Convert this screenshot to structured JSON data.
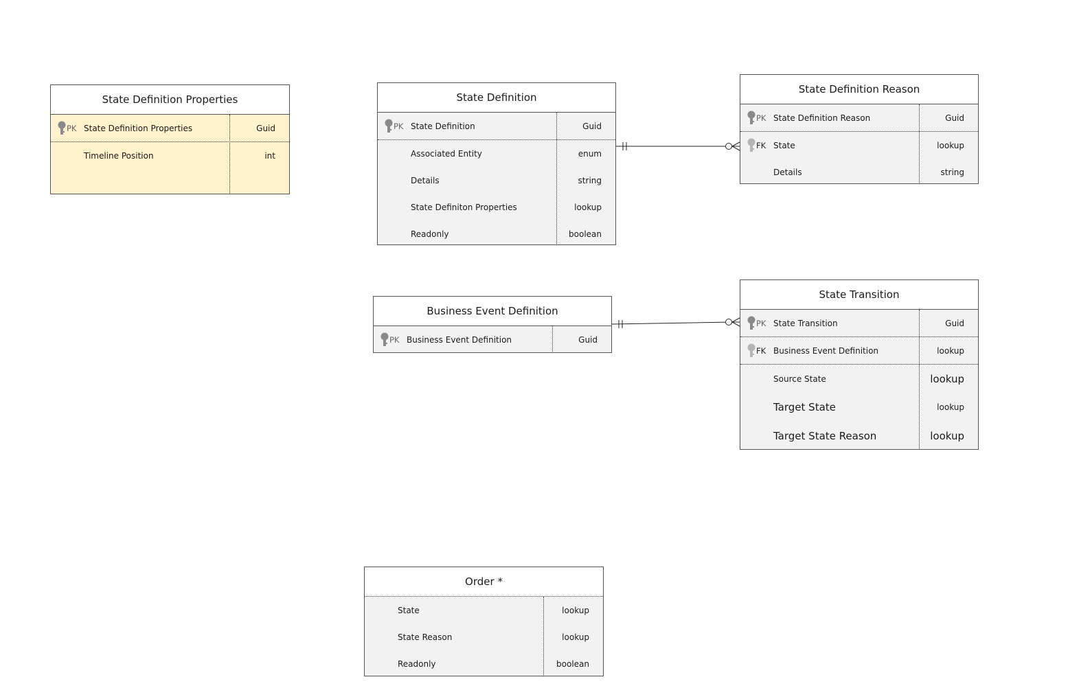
{
  "entities": {
    "sdp": {
      "title": "State Definition Properties",
      "rows": [
        {
          "key": "PK",
          "name": "State Definition Properties",
          "type": "Guid"
        },
        {
          "key": "",
          "name": "Timeline Position",
          "type": "int"
        }
      ]
    },
    "sd": {
      "title": "State Definition",
      "rows": [
        {
          "key": "PK",
          "name": "State Definition",
          "type": "Guid"
        },
        {
          "key": "",
          "name": "Associated Entity",
          "type": "enum"
        },
        {
          "key": "",
          "name": "Details",
          "type": "string"
        },
        {
          "key": "",
          "name": "State Definiton Properties",
          "type": "lookup"
        },
        {
          "key": "",
          "name": "Readonly",
          "type": "boolean"
        }
      ]
    },
    "sdr": {
      "title": "State Definition Reason",
      "rows": [
        {
          "key": "PK",
          "name": "State Definition Reason",
          "type": "Guid"
        },
        {
          "key": "FK",
          "name": "State",
          "type": "lookup"
        },
        {
          "key": "",
          "name": "Details",
          "type": "string"
        }
      ]
    },
    "bed": {
      "title": "Business Event Definition",
      "rows": [
        {
          "key": "PK",
          "name": "Business Event Definition",
          "type": "Guid"
        }
      ]
    },
    "st": {
      "title": "State Transition",
      "rows": [
        {
          "key": "PK",
          "name": "State Transition",
          "type": "Guid"
        },
        {
          "key": "FK",
          "name": "Business Event Definition",
          "type": "lookup"
        },
        {
          "key": "",
          "name": "Source State",
          "type": "lookup"
        },
        {
          "key": "",
          "name": "Target State",
          "type": "lookup"
        },
        {
          "key": "",
          "name": "Target State Reason",
          "type": "lookup"
        }
      ]
    },
    "order": {
      "title": "Order *",
      "rows": [
        {
          "key": "",
          "name": "State",
          "type": "lookup"
        },
        {
          "key": "",
          "name": "State Reason",
          "type": "lookup"
        },
        {
          "key": "",
          "name": "Readonly",
          "type": "boolean"
        }
      ]
    }
  },
  "colors": {
    "header": "#ffffff",
    "body": "#f2f2f2",
    "highlight": "#fff2cc",
    "border": "#555555",
    "key_icon_pk": "#8a8a8a",
    "key_icon_fk": "#b5b5b5"
  },
  "relationships": [
    {
      "from": "sd",
      "to": "sdr",
      "from_end": "one-and-only-one",
      "to_end": "zero-or-many"
    },
    {
      "from": "bed",
      "to": "st",
      "from_end": "one-and-only-one",
      "to_end": "zero-or-many"
    }
  ]
}
